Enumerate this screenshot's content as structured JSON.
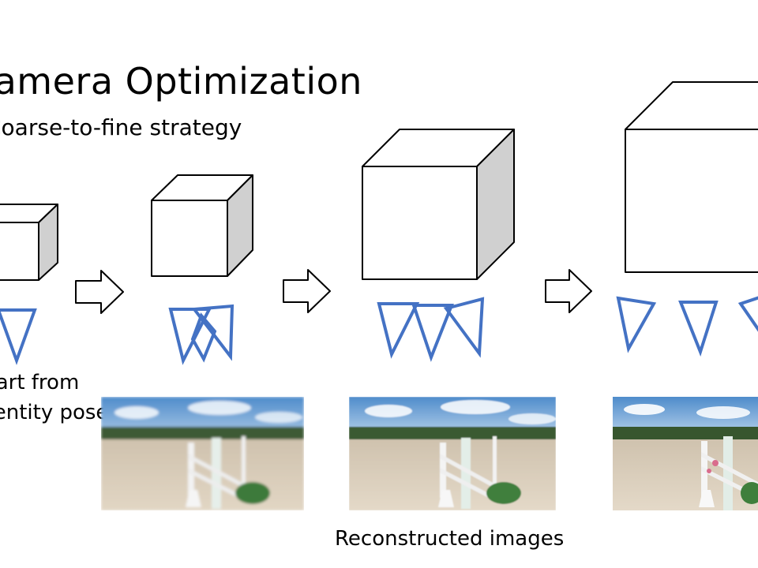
{
  "slide": {
    "title": "Camera Optimization",
    "subtitle": "Coarse-to-fine strategy",
    "start_label_line1": "Start from",
    "start_label_line2": "identity poses",
    "caption": "Reconstructed images"
  },
  "colors": {
    "camera_frustum": "#4472C4",
    "cube_side": "#D0D0D0",
    "cube_stroke": "#000000",
    "sky": "#6FA3D8",
    "sand": "#D8C8B0"
  },
  "diagram": {
    "stages": 4,
    "cameras_per_stage": 3,
    "arrows": 3,
    "reconstructed_images": 3
  }
}
